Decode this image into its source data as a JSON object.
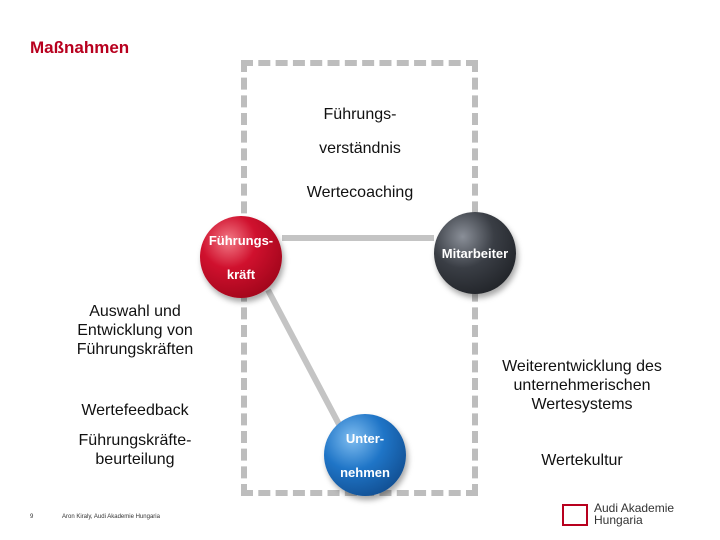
{
  "slide": {
    "title": "Maßnahmen",
    "page_number": "9",
    "footer_text": "Aron Kiraly, Audi Akademie Hungaria"
  },
  "center": {
    "label1_line1": "Führungs-",
    "label1_line2": "verständnis",
    "label2": "Wertecoaching"
  },
  "nodes": {
    "fuehrungskraefte": {
      "line1": "Führungs-",
      "line2": "kräft"
    },
    "mitarbeiter": {
      "label": "Mitarbeiter"
    },
    "unternehmen": {
      "line1": "Unter-",
      "line2": "nehmen"
    }
  },
  "left": {
    "item1_line1": "Auswahl und",
    "item1_line2": "Entwicklung von",
    "item1_line3": "Führungskräften",
    "item2": "Wertefeedback",
    "item3_line1": "Führungskräfte-",
    "item3_line2": "beurteilung"
  },
  "right": {
    "item1_line1": "Weiterentwicklung des",
    "item1_line2": "unternehmerischen",
    "item1_line3": "Wertesystems",
    "item2": "Wertekultur"
  },
  "logo": {
    "line1": "Audi Akademie",
    "line2": "Hungaria"
  },
  "colors": {
    "accent": "#b8001e",
    "connector": "#c4c4c4",
    "dashed_frame": "#bdbdbd"
  }
}
